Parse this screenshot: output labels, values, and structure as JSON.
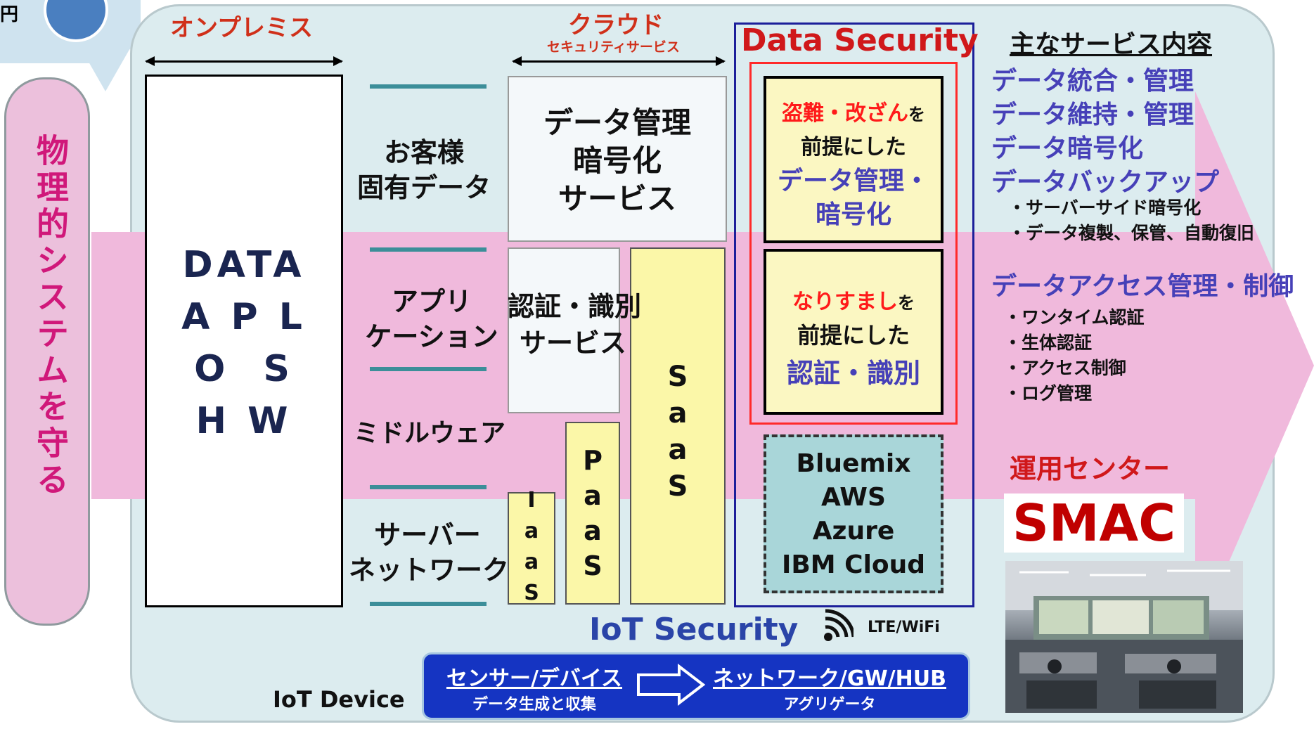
{
  "bubble": {
    "text": "円"
  },
  "left_banner": {
    "text": "物理的システムを守る"
  },
  "onprem": {
    "label": "オンプレミス",
    "stack": "DATA\nA P L\nO  S\nH W"
  },
  "cloud": {
    "label": "クラウド",
    "sublabel": "セキュリティサービス"
  },
  "layers": {
    "customer_data": "お客様\n固有データ",
    "application": "アプリ\nケーション",
    "middleware": "ミドルウェア",
    "server_network": "サーバー\nネットワーク"
  },
  "cloud_services": {
    "data_mgmt": "データ管理\n暗号化\nサービス",
    "auth": "認証・識別\nサービス"
  },
  "models": {
    "saas": "S\na\na\nS",
    "paas": "P\na\na\nS",
    "iaas": "I\na\na\nS"
  },
  "data_security": {
    "title": "Data Security",
    "box1": {
      "red": "盗難・改ざん",
      "red_suffix": "を",
      "mid": "前提にした",
      "blue1": "データ管理・",
      "blue2": "暗号化"
    },
    "box2": {
      "red": "なりすまし",
      "red_suffix": "を",
      "mid": "前提にした",
      "blue1": "認証・識別"
    },
    "cloud_providers": [
      "Bluemix",
      "AWS",
      "Azure",
      "IBM Cloud"
    ]
  },
  "services": {
    "title": "主なサービス内容",
    "items": [
      "データ統合・管理",
      "データ維持・管理",
      "データ暗号化",
      "データバックアップ"
    ],
    "backup_subs": [
      "・サーバーサイド暗号化",
      "・データ複製、保管、自動復旧"
    ],
    "access_title": "データアクセス管理・制御",
    "access_subs": [
      "・ワンタイム認証",
      "・生体認証",
      "・アクセス制御",
      "・ログ管理"
    ]
  },
  "ops": {
    "label": "運用センター",
    "name": "SMAC"
  },
  "iot": {
    "security": "IoT Security",
    "network_label": "LTE/WiFi",
    "device_label": "IoT Device",
    "sensor_main": "センサー/デバイス",
    "sensor_sub": "データ生成と収集",
    "network_main": "ネットワーク/GW/HUB",
    "network_sub": "アグリゲータ"
  },
  "colors": {
    "pink_band": "#f0b9dc",
    "panel": "#dcecef",
    "frame_blue": "#1c1f9a",
    "accent_red": "#d0181a",
    "service_blue": "#4640b8",
    "iot_blue": "#1534c2"
  }
}
